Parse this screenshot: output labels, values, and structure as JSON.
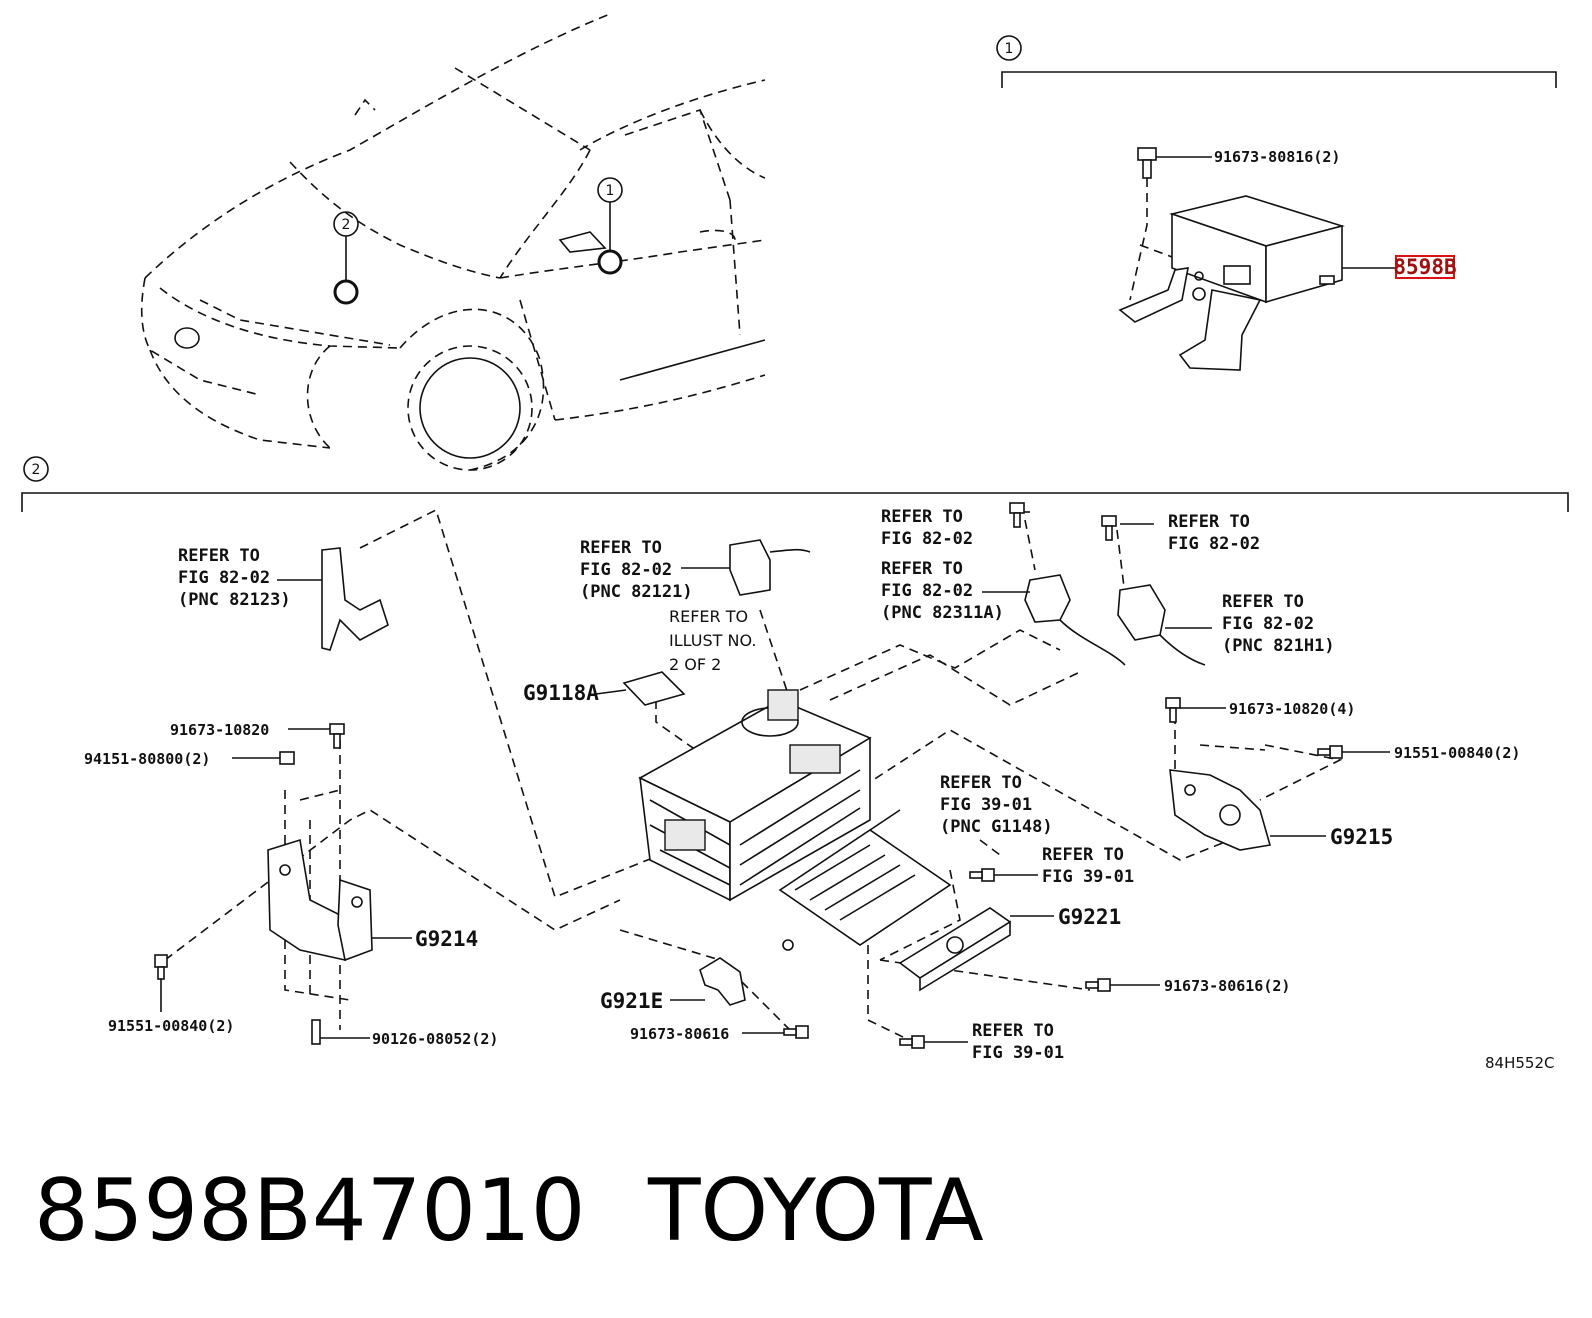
{
  "callouts": {
    "one": "1",
    "two": "2"
  },
  "module_part_no": "8598B",
  "labels": {
    "bolt_top": "91673-80816(2)",
    "g9118a": "G9118A",
    "refer_82121_a": "REFER TO",
    "refer_82121_b": "FIG 82-02",
    "refer_82121_c": "(PNC 82121)",
    "illust_a": "REFER TO",
    "illust_b": "ILLUST NO.",
    "illust_c": "2 OF  2",
    "refer_82123_a": "REFER TO",
    "refer_82123_b": "FIG 82-02",
    "refer_82123_c": "(PNC 82123)",
    "refer_top1_a": "REFER TO",
    "refer_top1_b": "FIG 82-02",
    "refer_82311a_a": "REFER TO",
    "refer_82311a_b": "FIG 82-02",
    "refer_82311a_c": "(PNC 82311A)",
    "refer_top2_a": "REFER TO",
    "refer_top2_b": "FIG 82-02",
    "refer_821h1_a": "REFER TO",
    "refer_821h1_b": "FIG 82-02",
    "refer_821h1_c": "(PNC 821H1)",
    "p_91673_10820_4": "91673-10820(4)",
    "p_91551_00840_2_r": "91551-00840(2)",
    "g9215": "G9215",
    "p_91673_10820": "91673-10820",
    "p_94151_80800_2": "94151-80800(2)",
    "refer_g1148_a": "REFER TO",
    "refer_g1148_b": "FIG 39-01",
    "refer_g1148_c": "(PNC G1148)",
    "refer_39_a_a": "REFER TO",
    "refer_39_a_b": "FIG 39-01",
    "g9221": "G9221",
    "g9214": "G9214",
    "p_91673_80616_2": "91673-80616(2)",
    "p_91551_00840_2_l": "91551-00840(2)",
    "g921e": "G921E",
    "refer_39_b_a": "REFER TO",
    "refer_39_b_b": "FIG 39-01",
    "p_90126_08052_2": "90126-08052(2)",
    "p_91673_80616": "91673-80616",
    "drawing_code": "84H552C"
  },
  "caption": {
    "part_number": "8598B47010",
    "brand": "TOYOTA"
  }
}
